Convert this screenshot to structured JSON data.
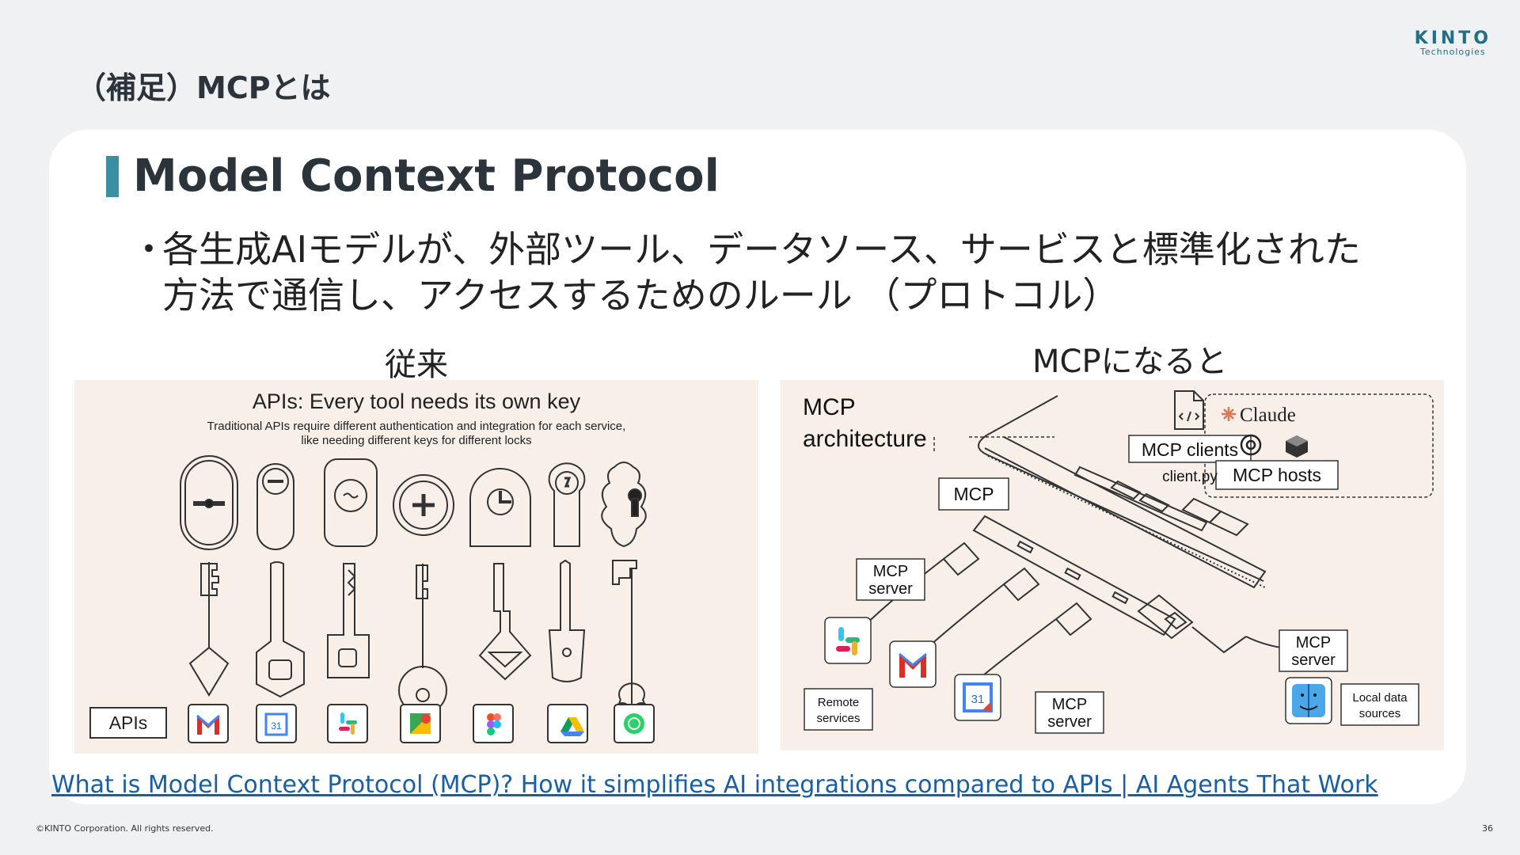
{
  "slide": {
    "section_title": "（補足）MCPとは",
    "logo_main": "KINTO",
    "logo_sub": "Technologies",
    "heading": "Model Context Protocol",
    "bullet_line1": "各生成AIモデルが、外部ツール、データソース、サービスと標準化された",
    "bullet_line2": "方法で通信し、アクセスするためのルール （プロトコル）",
    "caption_left": "従来",
    "caption_right": "MCPになると",
    "link_text": "What is Model Context Protocol (MCP)? How it simplifies AI integrations compared to APIs | AI Agents That Work",
    "copyright": "©KINTO Corporation. All rights reserved.",
    "page_number": "36"
  },
  "left_figure": {
    "title": "APIs: Every tool needs its own key",
    "subtitle1": "Traditional APIs require different authentication and integration for each service,",
    "subtitle2": "like needing different keys for different locks",
    "apis_label": "APIs",
    "icons": [
      "gmail-icon",
      "calendar-icon",
      "slack-icon",
      "maps-icon",
      "figma-icon",
      "drive-icon",
      "whatsapp-icon"
    ],
    "calendar_num": "31"
  },
  "right_figure": {
    "title1": "MCP",
    "title2": "architecture",
    "mcp_clients": "MCP clients",
    "client_file": "client.py",
    "claude": "Claude",
    "mcp_hosts": "MCP hosts",
    "mcp": "MCP",
    "mcp_server_line1": "MCP",
    "mcp_server_line2": "server",
    "remote_line1": "Remote",
    "remote_line2": "services",
    "local_line1": "Local data",
    "local_line2": "sources",
    "calendar_num": "31"
  },
  "colors": {
    "accent": "#3a8fa3",
    "link": "#1a5fa3",
    "panel_bg": "#f8efe9"
  }
}
